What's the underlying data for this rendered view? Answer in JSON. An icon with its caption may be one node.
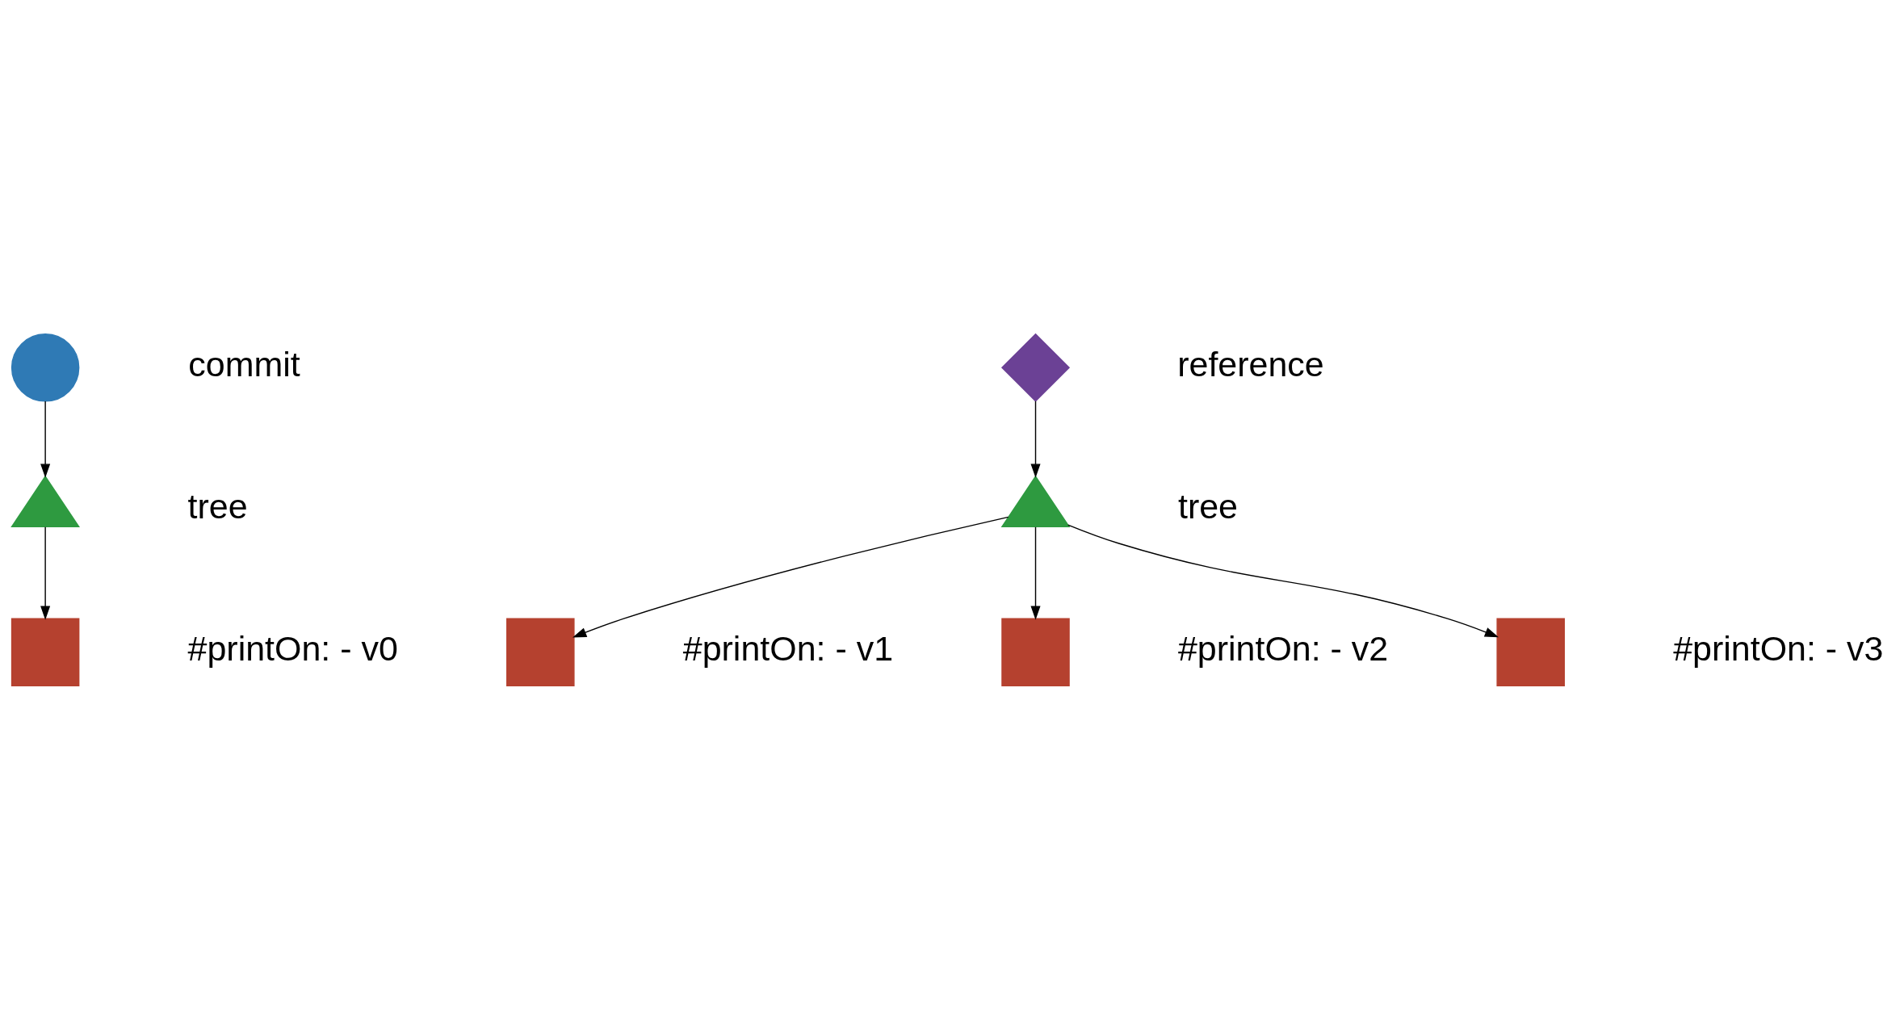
{
  "diagram": {
    "nodes": [
      {
        "text": [],
        "shape": "circle",
        "beside": [
          "commit"
        ]
      },
      {
        "text": [],
        "shape": "triangle",
        "beside": [
          "tree"
        ]
      },
      {
        "text": [],
        "shape": "box",
        "beside": [
          "#printOn: - v0"
        ]
      },
      {
        "text": [],
        "shape": "diamond",
        "beside": [
          "reference"
        ]
      },
      {
        "text": [],
        "shape": "triangle",
        "beside": [
          "tree"
        ]
      },
      {
        "text": [],
        "shape": "box",
        "beside": [
          "#printOn: - v1"
        ]
      },
      {
        "text": [],
        "shape": "box",
        "beside": [
          "#printOn: - v2"
        ]
      },
      {
        "text": [],
        "shape": "box",
        "beside": [
          "#printOn: - v3"
        ]
      }
    ],
    "edges": [
      {
        "from": 0,
        "to": 1,
        "arrow": "to"
      },
      {
        "from": 1,
        "to": 2,
        "arrow": "to"
      },
      {
        "from": 3,
        "to": 4,
        "arrow": "to"
      },
      {
        "from": 4,
        "to": 5,
        "arrow": "to"
      },
      {
        "from": 4,
        "to": 6,
        "arrow": "to"
      },
      {
        "from": 4,
        "to": 7,
        "arrow": "to"
      }
    ]
  }
}
